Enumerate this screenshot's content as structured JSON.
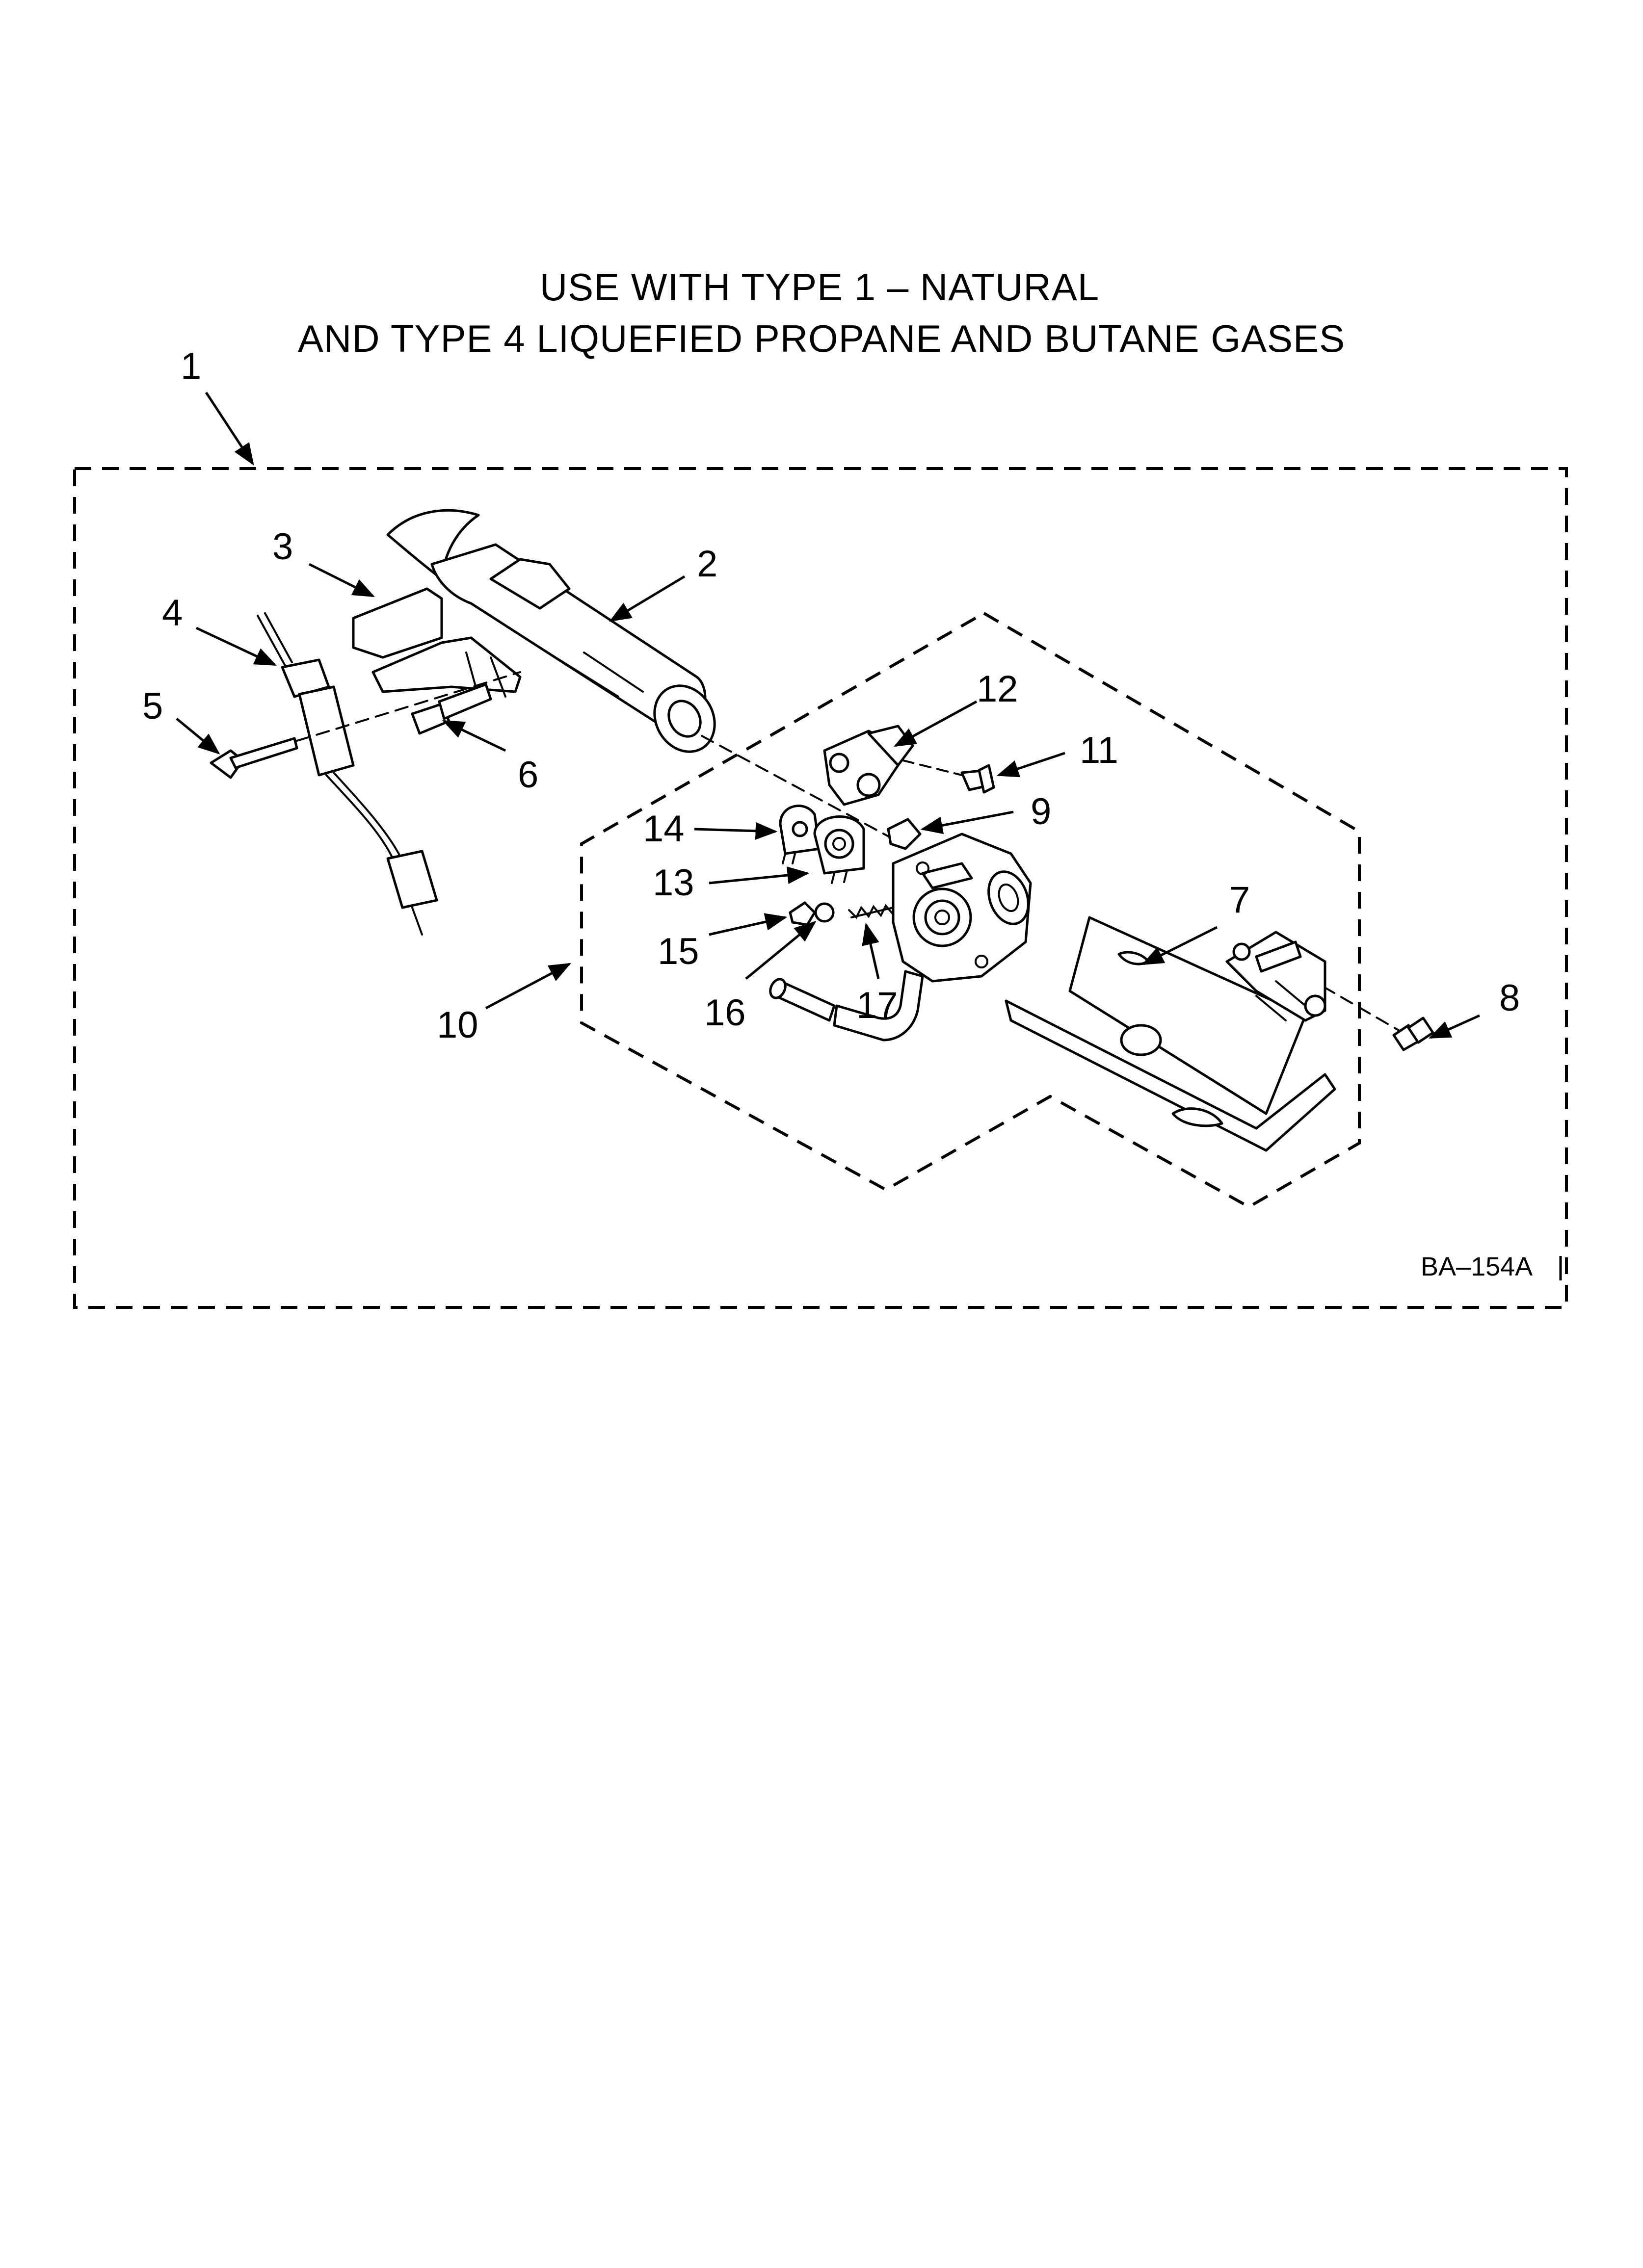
{
  "title": {
    "line1": "USE WITH TYPE 1 –  NATURAL",
    "line2": "AND TYPE 4    LIQUEFIED PROPANE AND BUTANE GASES"
  },
  "drawing_code": "BA–154A",
  "callouts": {
    "c1": "1",
    "c2": "2",
    "c3": "3",
    "c4": "4",
    "c5": "5",
    "c6": "6",
    "c7": "7",
    "c8": "8",
    "c9": "9",
    "c10": "10",
    "c11": "11",
    "c12": "12",
    "c13": "13",
    "c14": "14",
    "c15": "15",
    "c16": "16",
    "c17": "17"
  }
}
